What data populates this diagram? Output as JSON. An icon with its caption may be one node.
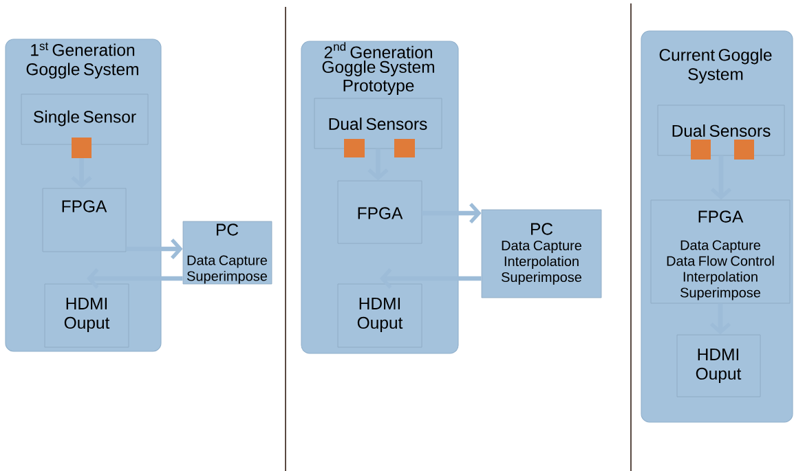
{
  "diagram": {
    "nodes": [
      {
        "text": [
          "1$^{st}$ Generation Goggle System"
        ]
      },
      {
        "text": [
          "Single Sensor"
        ],
        "in": 0
      },
      {
        "text": [],
        "shape": "box",
        "in": 0
      },
      {
        "text": [
          "FPGA"
        ],
        "in": 0
      },
      {
        "text": [
          "PC",
          "Data Capture Superimpose"
        ]
      },
      {
        "text": [
          "HDMI Ouput"
        ],
        "in": 0
      },
      {
        "text": [
          "\\text{2}^{\\text{nd}}\\text{ Generation}",
          "Goggle System Prototype"
        ]
      },
      {
        "text": [
          "Dual Sensors"
        ],
        "in": 6
      },
      {
        "text": [],
        "shape": "box",
        "in": 6
      },
      {
        "text": [],
        "shape": "box",
        "in": 6
      },
      {
        "text": [
          "FPGA"
        ],
        "in": 6
      },
      {
        "text": [
          "PC",
          "Data Capture Interpolation Superimpose"
        ]
      },
      {
        "text": [
          "HDMI Ouput"
        ],
        "in": 6
      },
      {
        "text": [
          "Current Goggle System"
        ]
      },
      {
        "text": [
          "Dual Sensors"
        ],
        "in": 13
      },
      {
        "text": [],
        "shape": "box",
        "in": 13
      },
      {
        "text": [],
        "shape": "box",
        "in": 13
      },
      {
        "text": [
          "FPGA",
          "Data Capture Data Flow Control Interpolation Superimpose"
        ],
        "in": 13
      },
      {
        "text": [
          "HDMI Ouput"
        ],
        "in": 13
      }
    ],
    "edges": [
      {
        "from": 2,
        "to": 3,
        "arrow": "to"
      },
      {
        "from": 3,
        "to": 4,
        "arrow": "to"
      },
      {
        "from": 4,
        "to": 5,
        "arrow": "to"
      },
      {
        "from": 7,
        "to": 10,
        "arrow": "to"
      },
      {
        "from": 10,
        "to": 11,
        "arrow": "to"
      },
      {
        "from": 11,
        "to": 12,
        "arrow": "to"
      },
      {
        "from": 14,
        "to": 17,
        "arrow": "to"
      },
      {
        "from": 17,
        "to": 18,
        "arrow": "to"
      }
    ]
  }
}
